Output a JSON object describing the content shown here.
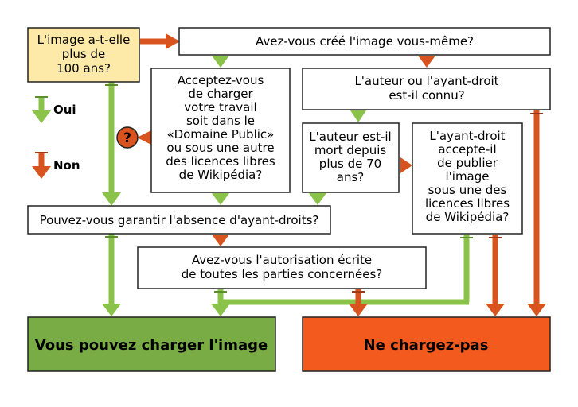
{
  "questions": {
    "age": [
      "L'image a-t-elle",
      "plus de",
      "100 ans?"
    ],
    "created": "Avez-vous créé l'image vous-même?",
    "accept": [
      "Acceptez-vous",
      "de charger",
      "votre travail",
      "soit dans le",
      "«Domaine Public»",
      "ou sous une autre",
      "des licences libres",
      "de Wikipédia?"
    ],
    "author_known": [
      "L'auteur ou l'ayant-droit",
      "est-il connu?"
    ],
    "author_dead": [
      "L'auteur est-il",
      "mort depuis",
      "plus de 70",
      "ans?"
    ],
    "holder_accepts": [
      "L'ayant-droit",
      "accepte-il",
      "de publier",
      "l'image",
      "sous une des",
      "licences libres",
      "de Wikipédia?"
    ],
    "no_holder": "Pouvez-vous garantir l'absence d'ayant-droits?",
    "authorization": [
      "Avez-vous l'autorisation écrite",
      "de toutes les parties concernées?"
    ]
  },
  "help_badge": "?",
  "results": {
    "yes": "Vous pouvez charger l'image",
    "no": "Ne chargez-pas"
  },
  "legend": {
    "yes_label": "Oui",
    "no_label": "Non"
  },
  "colors": {
    "yes_arrow": "#8bc34a",
    "no_arrow": "#d9531e",
    "start_box": "#fdeaa8",
    "yes_result": "#7aac45",
    "no_result": "#f35a1e"
  }
}
